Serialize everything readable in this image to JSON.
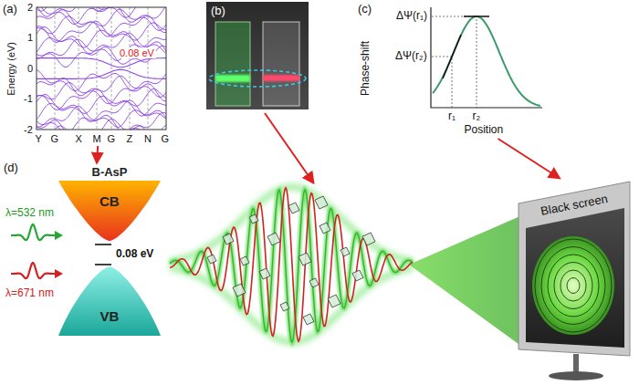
{
  "diagram": {
    "nodes": [
      {
        "text": [
          "(a)"
        ]
      },
      {
        "text": [
          "(b)"
        ]
      },
      {
        "text": [
          "(c)"
        ]
      },
      {
        "text": [
          "B-AsP",
          "CB"
        ]
      },
      {
        "text": [
          "VB"
        ]
      },
      {
        "text": [
          "Black screen"
        ]
      }
    ],
    "edges": [
      {
        "from": 0,
        "to": 3,
        "arrow": "to"
      },
      {
        "from": 2,
        "to": 5,
        "arrow": "to"
      }
    ],
    "labels": [
      "Energy (eV)",
      "2",
      "1",
      "0",
      "-1",
      "-2",
      "Y",
      "G",
      "X",
      "M",
      "G",
      "Z",
      "N",
      "G",
      "0.08 eV",
      "ΔΨ(r₁)",
      "ΔΨ(r₂)",
      "Phase-shift",
      "Position",
      "r₁",
      "r₂",
      "(d)",
      "λ=532 nm",
      "λ=671 nm",
      "0.08 eV"
    ]
  }
}
